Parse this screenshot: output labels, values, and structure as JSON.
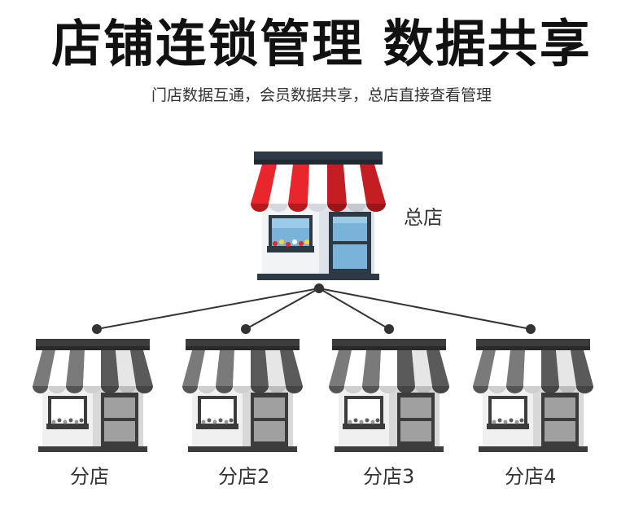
{
  "header": {
    "title": "店铺连锁管理 数据共享",
    "subtitle": "门店数据互通，会员数据共享，总店直接查看管理"
  },
  "hq": {
    "label": "总店",
    "icon": "storefront-color-icon"
  },
  "branches": [
    {
      "label": "分店",
      "icon": "storefront-gray-icon"
    },
    {
      "label": "分店2",
      "icon": "storefront-gray-icon"
    },
    {
      "label": "分店3",
      "icon": "storefront-gray-icon"
    },
    {
      "label": "分店4",
      "icon": "storefront-gray-icon"
    }
  ],
  "colors": {
    "awning_red": "#e8262b",
    "roof_dark": "#2d3a45",
    "window_blue": "#7ab3d9",
    "line": "#333333",
    "gray_dark": "#3c3c3c",
    "gray_mid": "#8a8a8a"
  }
}
